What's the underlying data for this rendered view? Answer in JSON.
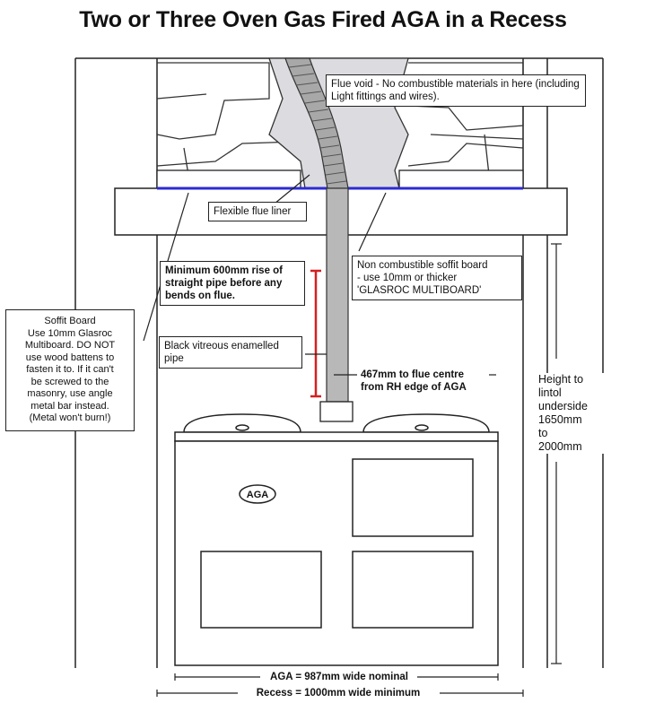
{
  "title": "Two or Three Oven Gas Fired AGA in a Recess",
  "labels": {
    "flue_void": "Flue void - No combustible materials in here (including Light fittings and wires).",
    "flexible_flue_liner": "Flexible flue liner",
    "non_combustible_soffit": "Non combustible soffit board\n- use 10mm or thicker\n'GLASROC MULTIBOARD'",
    "minimum_rise": "Minimum 600mm rise of\nstraight pipe before any\nbends on flue.",
    "black_vitreous": "Black vitreous enamelled\npipe",
    "flue_centre": "467mm to flue centre\nfrom RH edge of AGA",
    "soffit_board_note": "Soffit Board\nUse 10mm Glasroc\nMultiboard. DO NOT\nuse wood battens to\nfasten it to. If it can't\nbe screwed to the\nmasonry, use angle\nmetal bar instead.\n(Metal won't burn!)",
    "height_to_lintol": "Height to\nlintol\nunderside\n1650mm\nto\n2000mm",
    "aga_width": "AGA = 987mm wide nominal",
    "recess_width": "Recess = 1000mm wide minimum",
    "aga_badge": "AGA"
  },
  "colors": {
    "soffit_line": "#2b2bd6",
    "rise_marker": "#d42020",
    "flue_pipe": "#b8b8b8",
    "flue_void_fill": "#dcdce0",
    "line": "#222222"
  }
}
